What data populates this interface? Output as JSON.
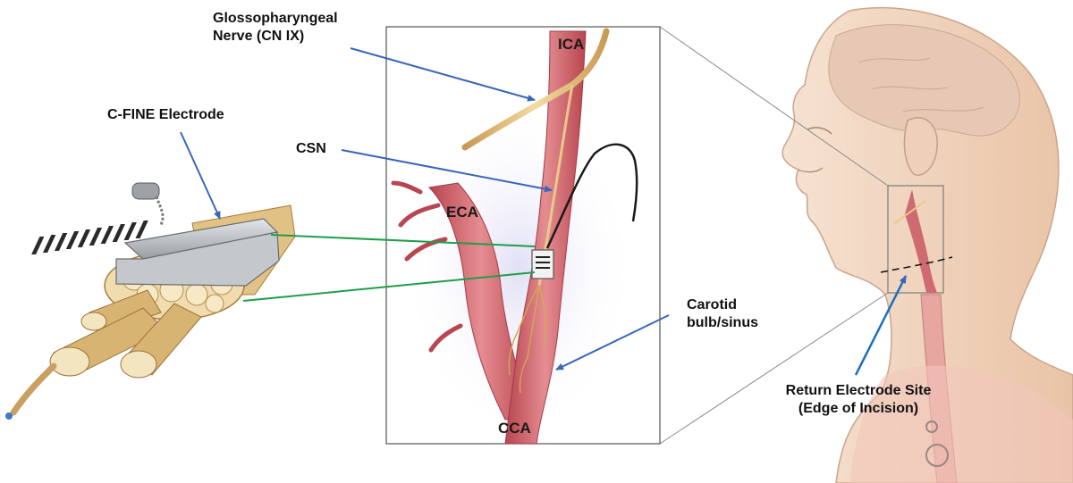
{
  "labels": {
    "nerve_line1": "Glossopharyngeal",
    "nerve_line2": "Nerve (CN IX)",
    "cfine": "C-FINE Electrode",
    "csn": "CSN",
    "eca": "ECA",
    "ica": "ICA",
    "cca": "CCA",
    "carotid_line1": "Carotid",
    "carotid_line2": "bulb/sinus",
    "return_line1": "Return Electrode Site",
    "return_line2": "(Edge of Incision)"
  },
  "colors": {
    "pointer_arrow": "#3a66b8",
    "connector_green": "#1f9e4a",
    "artery": "#c8575f",
    "nerve": "#e8c98a",
    "skin": "#f3d8c2",
    "electrode_gray": "#b8bcc0"
  }
}
